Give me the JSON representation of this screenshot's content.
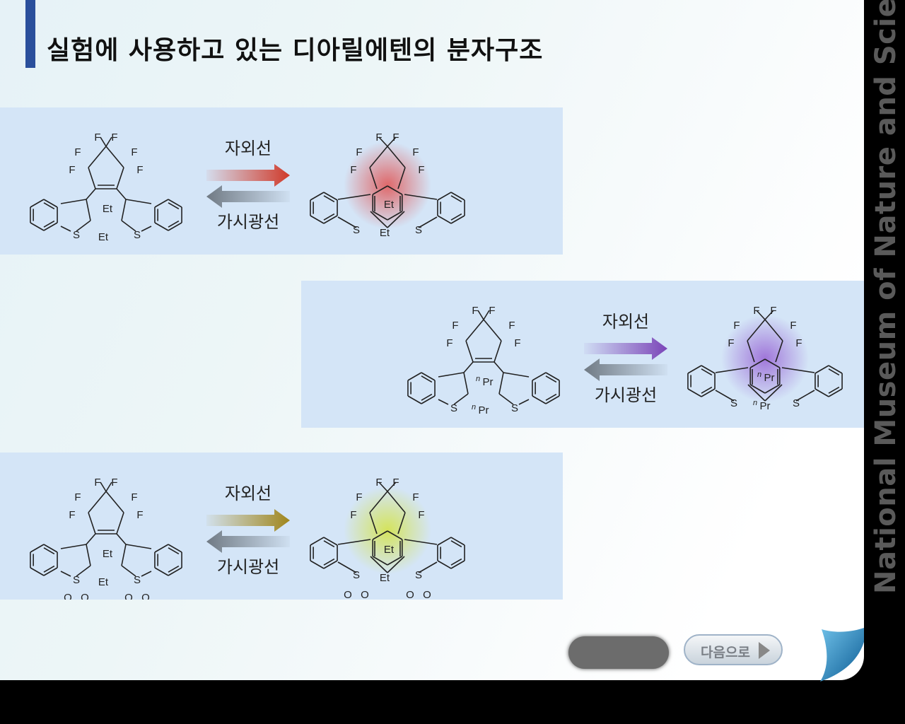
{
  "title": "실험에 사용하고 있는 디아릴에텐의 분자구조",
  "side_brand": "National Museum of Nature and Science",
  "rows": [
    {
      "uv_label": "자외선",
      "vis_label": "가시광선",
      "substituent": "Et",
      "color": "#d03a2a",
      "glow": "#e05a5a",
      "sulfone": false
    },
    {
      "uv_label": "자외선",
      "vis_label": "가시광선",
      "substituent": "nPr",
      "color": "#7b45b8",
      "glow": "#9a6ad6",
      "sulfone": false
    },
    {
      "uv_label": "자외선",
      "vis_label": "가시광선",
      "substituent": "Et",
      "color": "#a0861c",
      "glow": "#d4e34a",
      "sulfone": true
    }
  ],
  "atoms": {
    "F": "F",
    "S": "S",
    "O": "O",
    "Et": "Et",
    "Pr": "Pr",
    "n": "n"
  },
  "buttons": {
    "next_label": "다음으로"
  }
}
